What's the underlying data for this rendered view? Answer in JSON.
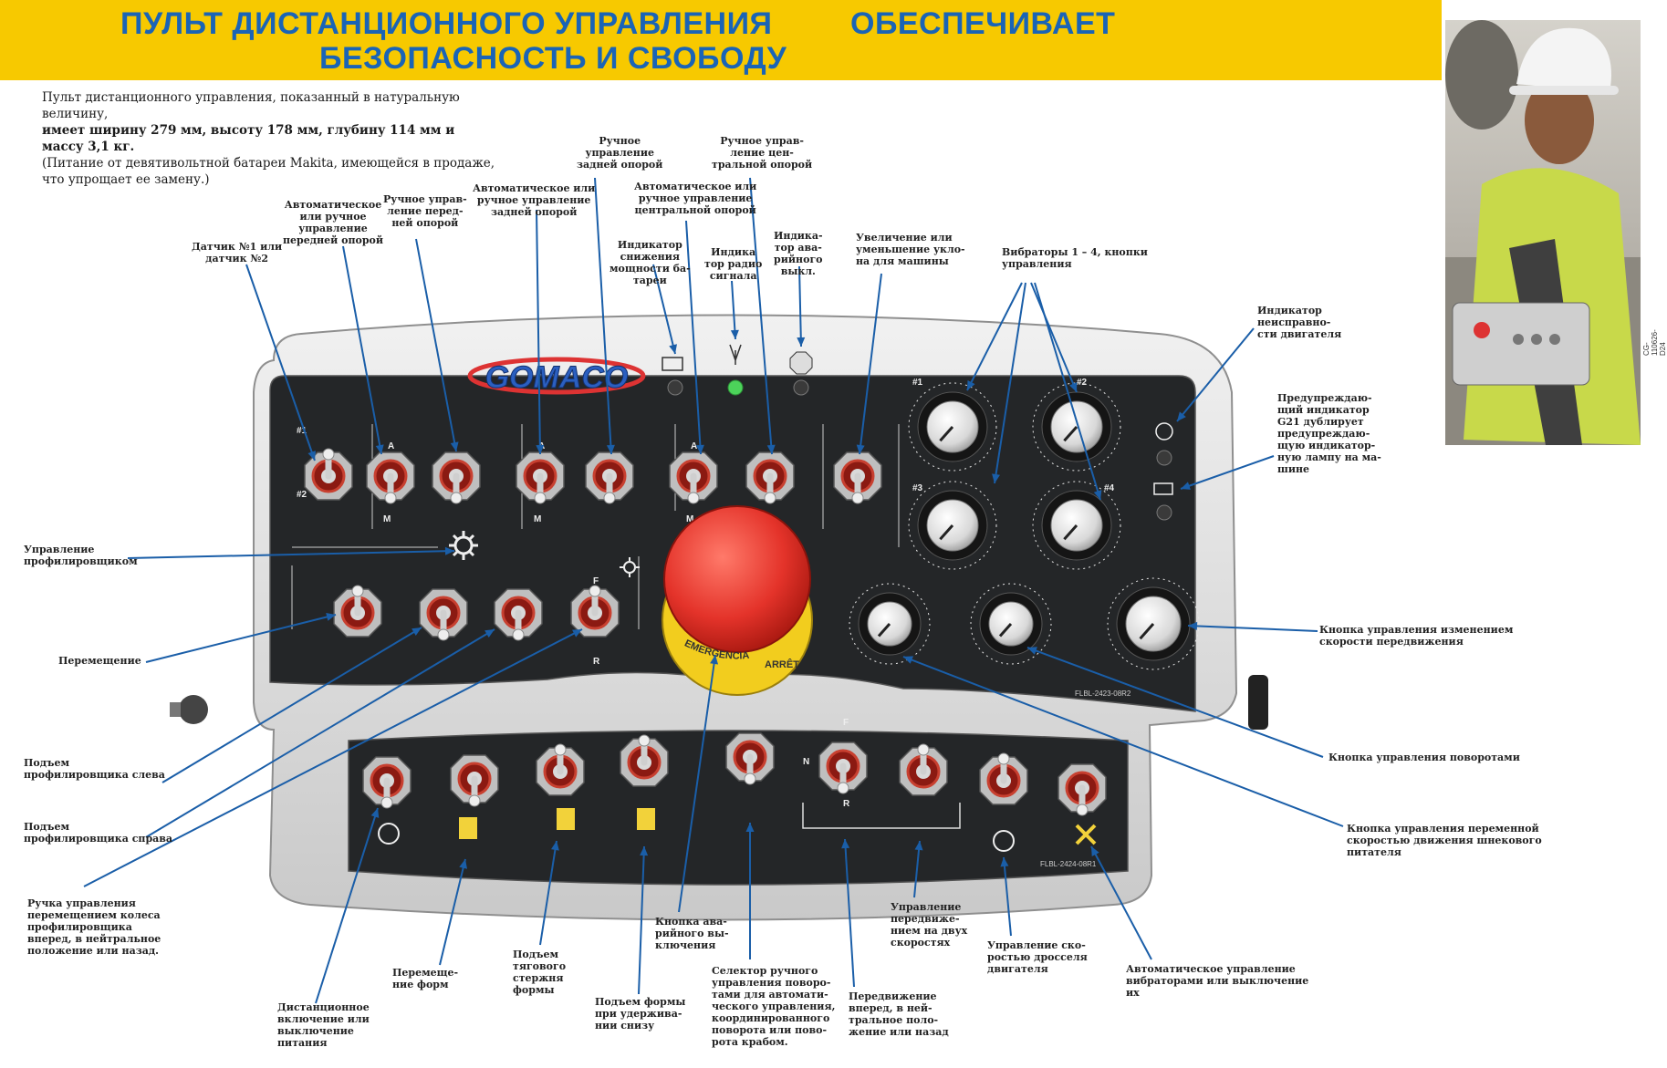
{
  "header": {
    "title_left_line1": "ПУЛЬТ ДИСТАНЦИОННОГО УПРАВЛЕНИЯ",
    "title_left_line2": "БЕЗОПАСНОСТЬ И СВОБОДУ",
    "title_right": "ОБЕСПЕЧИВАЕТ"
  },
  "intro": {
    "line1": "Пульт дистанционного управления, показанный в натуральную величину,",
    "line2": "имеет ширину 279 мм, высоту 178 мм, глубину 114 мм и массу 3,1 кг.",
    "line3": "(Питание от девятивольтной батареи Makita, имеющейся в продаже, что упрощает ее замену.)"
  },
  "photo": {
    "code": "CG-110626-D24"
  },
  "device": {
    "logo": "GOMACO",
    "estop_text_left": "EMERGENCIA",
    "estop_text_right": "ARRÊT",
    "panel_code_top": "FLBL-2423-08R2",
    "panel_code_bottom": "FLBL-2424-08R1",
    "marks": {
      "sensor1": "#1",
      "sensor2": "#2",
      "a": "A",
      "m": "M",
      "f": "F",
      "r": "R",
      "n": "N",
      "vib1": "#1",
      "vib2": "#2",
      "vib3": "#3",
      "vib4": "#4"
    }
  },
  "labels": {
    "sensor": "Датчик №1 или\nдатчик №2",
    "auto_front": "Автоматическое\nили ручное\nуправление\nпередней опорой",
    "manual_front": "Ручное управ-\nление перед-\nней опорой",
    "auto_rear": "Автоматическое или\nручное управление\nзадней опорой",
    "manual_rear": "Ручное\nуправление\nзадней опорой",
    "battery": "Индикатор\nснижения\nмощности ба-\nтареи",
    "auto_center": "Автоматическое или\nручное управление\nцентральной опорой",
    "radio": "Индика\nтор радио\nсигнала",
    "manual_center": "Ручное управ-\nление цен-\nтральной опорой",
    "estop_ind": "Индика-\nтор ава-\nрийного\nвыкл.",
    "slope": "Увеличение или\nуменьшение укло-\nна для машины",
    "vibrators": "Вибраторы 1 – 4, кнопки\nуправления",
    "engine_fault": "Индикатор\nнеисправно-\nсти двигателя",
    "g21": "Предупреждаю-\nщий индикатор\nG21 дублирует\nпредупреждаю-\nщую индикатор-\nную лампу на ма-\nшине",
    "trimmer": "Управление\nпрофилировщиком",
    "shift": "Перемещение",
    "trimmer_left": "Подъем\nпрофилировщика слева",
    "trimmer_right": "Подъем\nпрофилировщика справа",
    "wheel_handle": "Ручка управления\nперемещением колеса\nпрофилировщика\nвперед, в нейтральное\nположение или назад.",
    "travel_speed": "Кнопка управления изменением\nскорости передвижения",
    "steering": "Кнопка управления поворотами",
    "auger": "Кнопка управления переменной\nскоростью движения шнекового\nпитателя",
    "power": "Дистанционное\nвключение или\nвыключение\nпитания",
    "form_shift": "Перемеще-\nние форм",
    "tie_bar": "Подъем\nтягового\nстержня\nформы",
    "form_lift": "Подъем формы\nпри удержива-\nнии снизу",
    "estop_btn": "Кнопка ава-\nрийного вы-\nключения",
    "steer_selector": "Селектор ручного\nуправления поворо-\nтами для автомати-\nческого управления,\nкоординированного\nповорота или пово-\nрота крабом.",
    "travel_dir": "Передвижение\nвперед, в ней-\nтральное поло-\nжение или назад",
    "two_speed": "Управление\nпередвиже-\nнием на двух\nскоростях",
    "throttle": "Управление ско-\nростью дросселя\nдвигателя",
    "auto_vib": "Автоматическое управление\nвибраторами или выключение\nих"
  }
}
